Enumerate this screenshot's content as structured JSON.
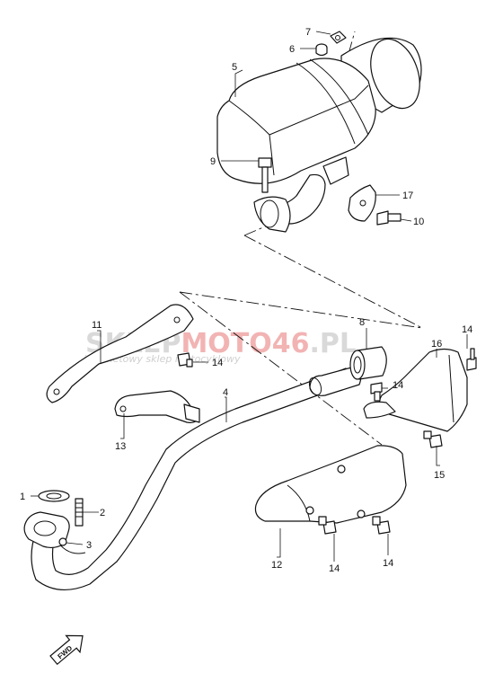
{
  "watermark": {
    "brand_left": "SKLEP",
    "brand_red": "MOTO46",
    "brand_right": ".PL",
    "tagline": "internetowy sklep motocyklowy"
  },
  "callouts": [
    "1",
    "2",
    "3",
    "4",
    "5",
    "6",
    "7",
    "8",
    "9",
    "10",
    "11",
    "12",
    "13",
    "14",
    "15",
    "16",
    "17"
  ],
  "fwd_label": "FWD"
}
